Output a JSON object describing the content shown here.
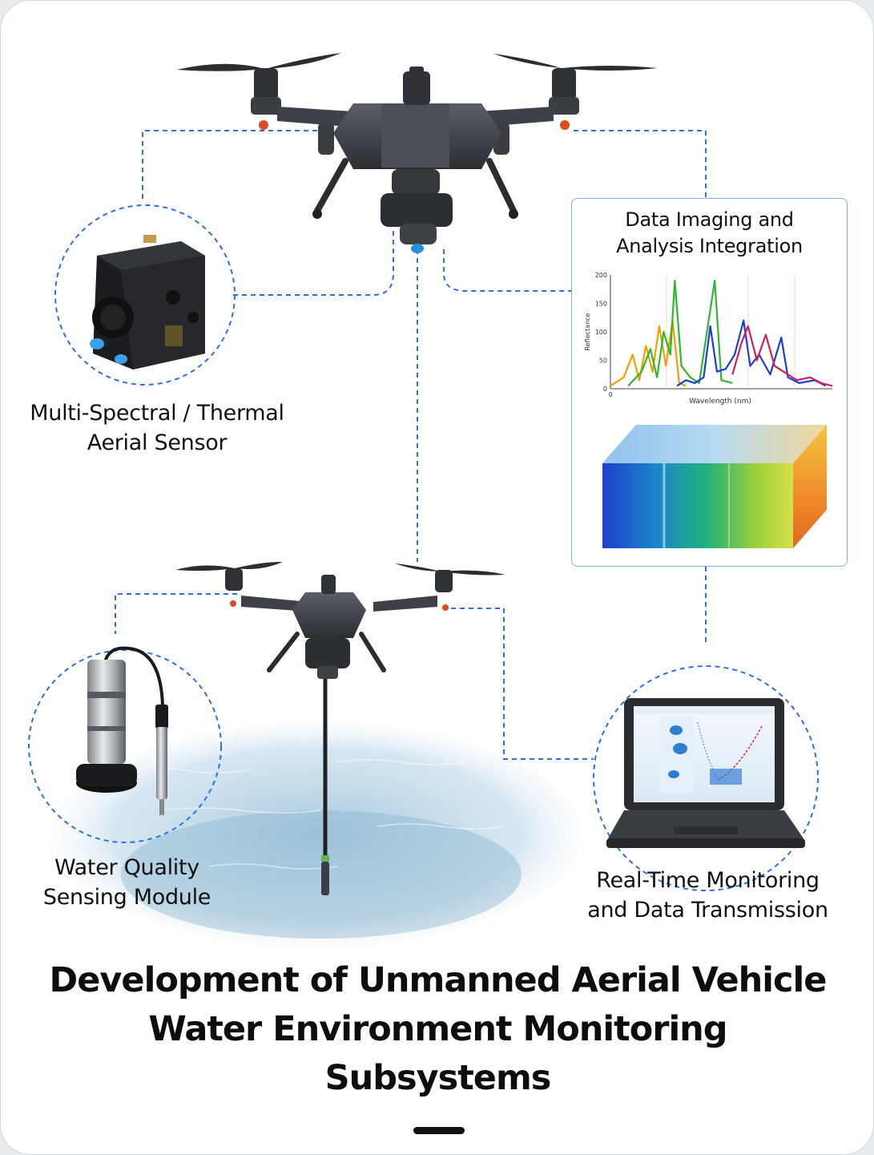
{
  "labels": {
    "aerial_sensor": [
      "Multi-Spectral / Thermal",
      "Aerial Sensor"
    ],
    "water_module": [
      "Water Quality",
      "Sensing Module"
    ],
    "realtime": [
      "Real-Time Monitoring",
      "and Data Transmission"
    ]
  },
  "panel": {
    "title": [
      "Data Imaging and",
      "Analysis Integration"
    ]
  },
  "main_title": [
    "Development of Unmanned Aerial Vehicle",
    "Water Environment Monitoring",
    "Subsystems"
  ],
  "colors": {
    "dashed_line": "#2f6fe0",
    "panel_border": "#7fb0e6",
    "drone_body": "#3b3f44",
    "water": "#9cc3dc"
  },
  "chart_data": {
    "type": "line",
    "xlabel": "Wavelength (nm)",
    "ylabel": "Reflectance",
    "ylim": [
      0,
      200
    ],
    "y_ticks": [
      0,
      50,
      100,
      150,
      200
    ],
    "x_ticks": [
      0
    ],
    "series": [
      {
        "color": "#f0a000",
        "values": [
          [
            0,
            5
          ],
          [
            6,
            20
          ],
          [
            10,
            60
          ],
          [
            13,
            15
          ],
          [
            16,
            75
          ],
          [
            19,
            30
          ],
          [
            22,
            110
          ],
          [
            25,
            40
          ],
          [
            28,
            120
          ],
          [
            31,
            10
          ],
          [
            34,
            5
          ]
        ]
      },
      {
        "color": "#2eb82e",
        "values": [
          [
            8,
            5
          ],
          [
            14,
            30
          ],
          [
            18,
            70
          ],
          [
            21,
            20
          ],
          [
            24,
            100
          ],
          [
            27,
            60
          ],
          [
            29,
            190
          ],
          [
            32,
            40
          ],
          [
            36,
            20
          ],
          [
            40,
            10
          ],
          [
            47,
            190
          ],
          [
            50,
            15
          ],
          [
            55,
            10
          ]
        ]
      },
      {
        "color": "#1e3cd8",
        "values": [
          [
            30,
            5
          ],
          [
            34,
            15
          ],
          [
            38,
            10
          ],
          [
            42,
            20
          ],
          [
            45,
            110
          ],
          [
            48,
            30
          ],
          [
            52,
            35
          ],
          [
            56,
            60
          ],
          [
            60,
            120
          ],
          [
            63,
            40
          ],
          [
            67,
            60
          ],
          [
            72,
            25
          ],
          [
            77,
            90
          ],
          [
            80,
            20
          ],
          [
            85,
            10
          ],
          [
            92,
            15
          ],
          [
            97,
            5
          ]
        ]
      },
      {
        "color": "#d0205a",
        "values": [
          [
            55,
            25
          ],
          [
            59,
            80
          ],
          [
            62,
            110
          ],
          [
            66,
            50
          ],
          [
            70,
            95
          ],
          [
            74,
            40
          ],
          [
            78,
            30
          ],
          [
            84,
            15
          ],
          [
            90,
            20
          ],
          [
            95,
            10
          ],
          [
            100,
            5
          ]
        ]
      }
    ]
  }
}
